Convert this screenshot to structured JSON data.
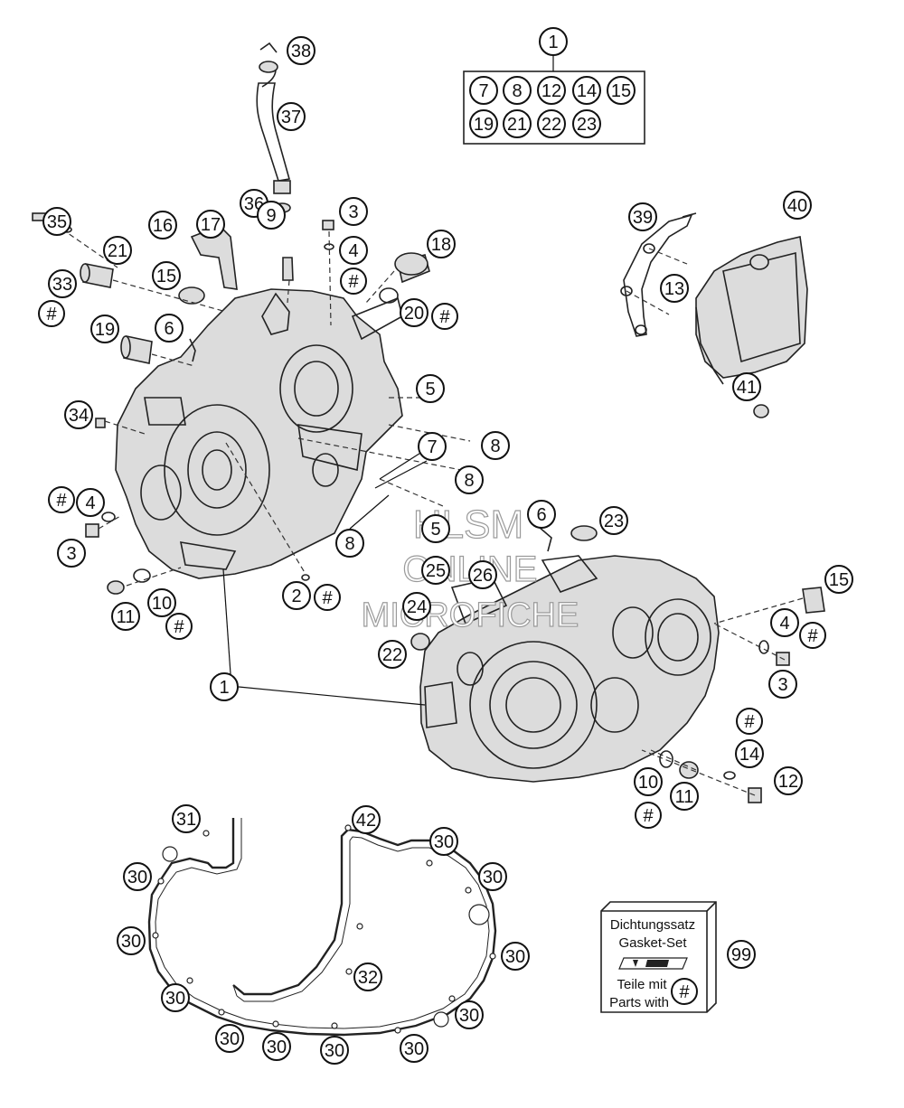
{
  "watermark": {
    "line1": "HLSM",
    "line2": "ONLINE",
    "line3": "MICROFICHE"
  },
  "kit": {
    "main_label": "1",
    "items": [
      "7",
      "8",
      "12",
      "14",
      "15",
      "19",
      "21",
      "22",
      "23"
    ]
  },
  "gasket_set": {
    "line1": "Dichtungssatz",
    "line2": "Gasket-Set",
    "line3": "Teile mit",
    "line4": "Parts with",
    "symbol": "#",
    "number": "99"
  },
  "callouts": {
    "c38": "38",
    "c37": "37",
    "c36": "36",
    "c35": "35",
    "c16": "16",
    "c17": "17",
    "c9": "9",
    "c3a": "3",
    "c4a": "4",
    "ha": "#",
    "c18": "18",
    "c21": "21",
    "c33": "33",
    "hb": "#",
    "c15a": "15",
    "c20": "20",
    "hc": "#",
    "c19": "19",
    "c6a": "6",
    "c5": "5",
    "c34": "34",
    "c7": "7",
    "c8a": "8",
    "c8b": "8",
    "hd": "#",
    "c4b": "4",
    "c3b": "3",
    "c8c": "8",
    "c2": "2",
    "he": "#",
    "c11a": "11",
    "c10a": "10",
    "hf": "#",
    "c1": "1",
    "c6b": "6",
    "c23": "23",
    "c5b": "5",
    "c25": "25",
    "c26": "26",
    "c24": "24",
    "c22": "22",
    "c15b": "15",
    "c4c": "4",
    "hg": "#",
    "c3c": "3",
    "hh": "#",
    "c14": "14",
    "c12": "12",
    "c10b": "10",
    "c11b": "11",
    "hi": "#",
    "c39": "39",
    "c40": "40",
    "c13": "13",
    "c41": "41",
    "c31": "31",
    "c42": "42",
    "c30a": "30",
    "c30b": "30",
    "c30c": "30",
    "c30d": "30",
    "c30e": "30",
    "c30f": "30",
    "c30g": "30",
    "c30h": "30",
    "c30i": "30",
    "c30j": "30",
    "c30k": "30",
    "c32": "32"
  }
}
